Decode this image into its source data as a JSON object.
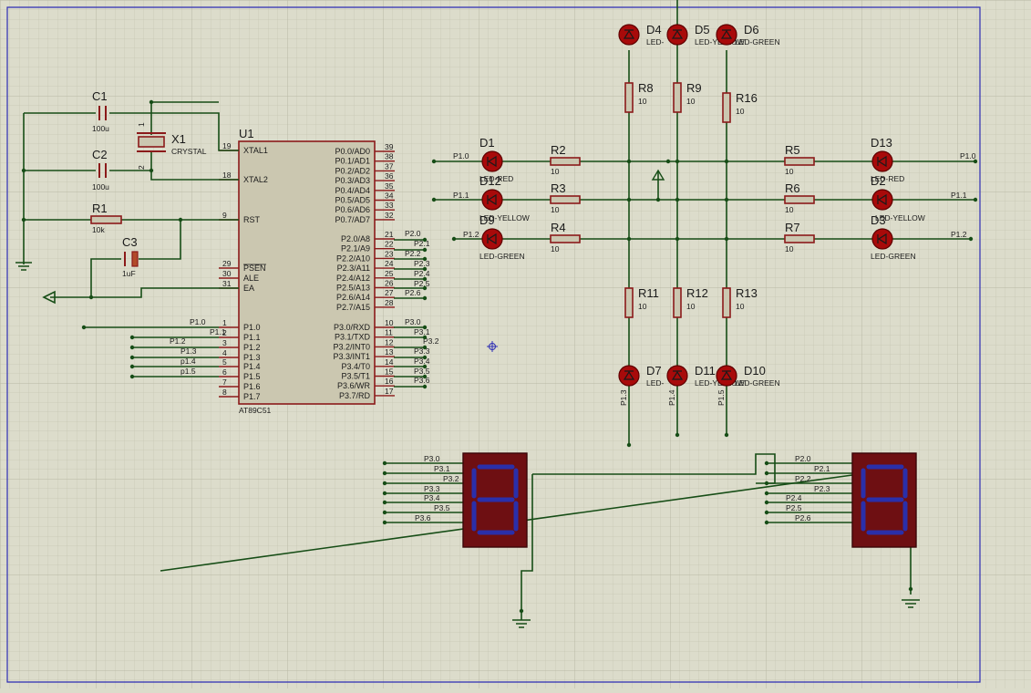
{
  "schematic": {
    "mcu": {
      "ref": "U1",
      "part": "AT89C51",
      "left_pins": [
        {
          "num": "19",
          "name": "XTAL1"
        },
        {
          "num": "18",
          "name": "XTAL2"
        },
        {
          "num": "9",
          "name": "RST"
        },
        {
          "num": "29",
          "name": "PSEN"
        },
        {
          "num": "30",
          "name": "ALE"
        },
        {
          "num": "31",
          "name": "EA"
        },
        {
          "num": "1",
          "name": "P1.0"
        },
        {
          "num": "2",
          "name": "P1.1"
        },
        {
          "num": "3",
          "name": "P1.2"
        },
        {
          "num": "4",
          "name": "P1.3"
        },
        {
          "num": "5",
          "name": "P1.4"
        },
        {
          "num": "6",
          "name": "P1.5"
        },
        {
          "num": "7",
          "name": "P1.6"
        },
        {
          "num": "8",
          "name": "P1.7"
        }
      ],
      "right_pins": [
        {
          "num": "39",
          "name": "P0.0/AD0"
        },
        {
          "num": "38",
          "name": "P0.1/AD1"
        },
        {
          "num": "37",
          "name": "P0.2/AD2"
        },
        {
          "num": "36",
          "name": "P0.3/AD3"
        },
        {
          "num": "35",
          "name": "P0.4/AD4"
        },
        {
          "num": "34",
          "name": "P0.5/AD5"
        },
        {
          "num": "33",
          "name": "P0.6/AD6"
        },
        {
          "num": "32",
          "name": "P0.7/AD7"
        },
        {
          "num": "21",
          "name": "P2.0/A8"
        },
        {
          "num": "22",
          "name": "P2.1/A9"
        },
        {
          "num": "23",
          "name": "P2.2/A10"
        },
        {
          "num": "24",
          "name": "P2.3/A11"
        },
        {
          "num": "25",
          "name": "P2.4/A12"
        },
        {
          "num": "26",
          "name": "P2.5/A13"
        },
        {
          "num": "27",
          "name": "P2.6/A14"
        },
        {
          "num": "28",
          "name": "P2.7/A15"
        },
        {
          "num": "10",
          "name": "P3.0/RXD"
        },
        {
          "num": "11",
          "name": "P3.1/TXD"
        },
        {
          "num": "12",
          "name": "P3.2/INT0"
        },
        {
          "num": "13",
          "name": "P3.3/INT1"
        },
        {
          "num": "14",
          "name": "P3.4/T0"
        },
        {
          "num": "15",
          "name": "P3.5/T1"
        },
        {
          "num": "16",
          "name": "P3.6/WR"
        },
        {
          "num": "17",
          "name": "P3.7/RD"
        }
      ],
      "port2_labels": [
        "P2.0",
        "P2.1",
        "P2.2",
        "P2.3",
        "P2.4",
        "P2.5",
        "P2.6"
      ],
      "port3_labels": [
        "P3.0",
        "P3.1",
        "P3.2",
        "P3.3",
        "P3.4",
        "P3.5",
        "P3.6"
      ],
      "port1_labels": [
        "P1.0",
        "P1.1",
        "P1.2",
        "P1.3",
        "p1.4",
        "p1.5"
      ]
    },
    "passives": {
      "c1": {
        "ref": "C1",
        "value": "100u"
      },
      "c2": {
        "ref": "C2",
        "value": "100u"
      },
      "c3": {
        "ref": "C3",
        "value": "1uF"
      },
      "r1": {
        "ref": "R1",
        "value": "10k"
      },
      "x1": {
        "ref": "X1",
        "value": "CRYSTAL"
      },
      "x1_pins": [
        "1",
        "2"
      ]
    },
    "leds": [
      {
        "ref": "D4",
        "type": "LED-"
      },
      {
        "ref": "D5",
        "type": "LED-YELLOW"
      },
      {
        "ref": "D6",
        "type": "LED-GREEN"
      },
      {
        "ref": "D1",
        "type": "LED-RED"
      },
      {
        "ref": "D12",
        "type": "LED-YELLOW"
      },
      {
        "ref": "D9",
        "type": "LED-GREEN"
      },
      {
        "ref": "D13",
        "type": "LED-RED"
      },
      {
        "ref": "D2",
        "type": "LED-YELLOW"
      },
      {
        "ref": "D3",
        "type": "LED-GREEN"
      },
      {
        "ref": "D7",
        "type": "LED-"
      },
      {
        "ref": "D11",
        "type": "LED-YELLOW"
      },
      {
        "ref": "D10",
        "type": "LED-GREEN"
      }
    ],
    "resistors": [
      {
        "ref": "R8",
        "value": "10"
      },
      {
        "ref": "R9",
        "value": "10"
      },
      {
        "ref": "R16",
        "value": "10"
      },
      {
        "ref": "R2",
        "value": "10"
      },
      {
        "ref": "R3",
        "value": "10"
      },
      {
        "ref": "R4",
        "value": "10"
      },
      {
        "ref": "R5",
        "value": "10"
      },
      {
        "ref": "R6",
        "value": "10"
      },
      {
        "ref": "R7",
        "value": "10"
      },
      {
        "ref": "R11",
        "value": "10"
      },
      {
        "ref": "R12",
        "value": "10"
      },
      {
        "ref": "R13",
        "value": "10"
      }
    ],
    "net_labels": {
      "p10": "P1.0",
      "p11": "P1.1",
      "p12": "P1.2",
      "p13": "P1.3",
      "p14": "P1.4",
      "p15": "P1.5"
    },
    "display_left_labels": [
      "P3.0",
      "P3.1",
      "P3.2",
      "P3.3",
      "P3.4",
      "P3.5",
      "P3.6"
    ],
    "display_right_labels": [
      "P2.0",
      "P2.1",
      "P2.2",
      "P2.3",
      "P2.4",
      "P2.5",
      "P2.6"
    ],
    "colors": {
      "background": "#dcdccb",
      "wire": "#164d16",
      "component": "#8b1a1a",
      "mcu_fill": "#cbc7b0",
      "led_fill": "#a80a0a",
      "display_body": "#6e0f12",
      "display_segment": "#2a2faa",
      "sheet_border": "#2d2db4"
    }
  }
}
